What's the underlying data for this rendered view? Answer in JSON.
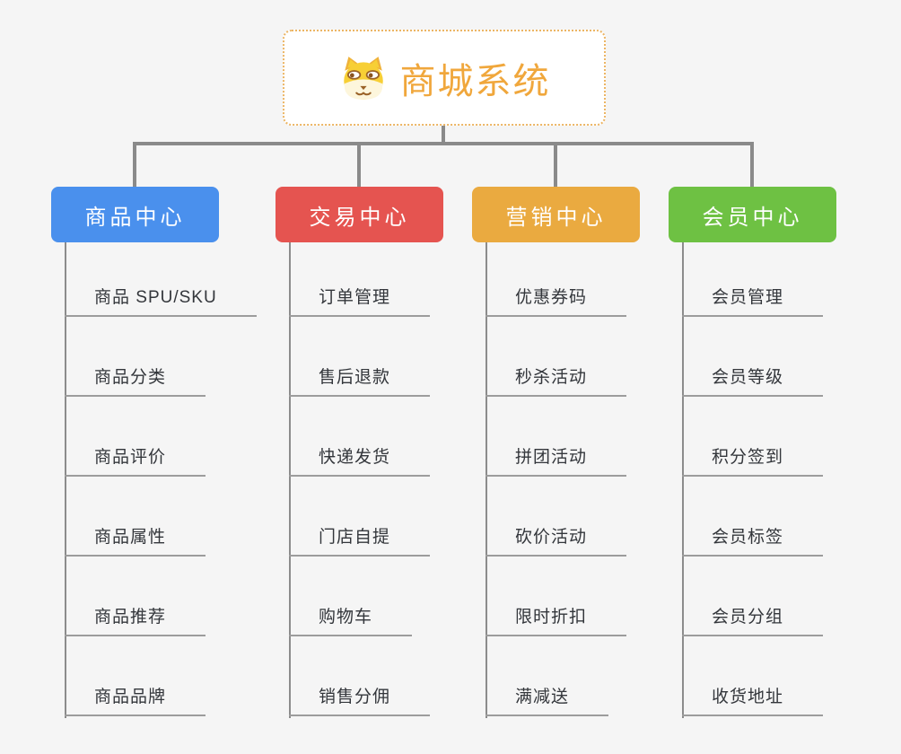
{
  "root": {
    "title": "商城系统",
    "icon": "dog-icon"
  },
  "colors": {
    "background": "#F5F5F5",
    "connector": "#8A8A8A",
    "underline": "#9C9C9C",
    "root_border": "#ECB564",
    "root_text": "#F0A73C",
    "leaf_text": "#33363B"
  },
  "branches": [
    {
      "label": "商品中心",
      "color": "#4A90ED",
      "children": [
        "商品 SPU/SKU",
        "商品分类",
        "商品评价",
        "商品属性",
        "商品推荐",
        "商品品牌"
      ]
    },
    {
      "label": "交易中心",
      "color": "#E55450",
      "children": [
        "订单管理",
        "售后退款",
        "快递发货",
        "门店自提",
        "购物车",
        "销售分佣"
      ]
    },
    {
      "label": "营销中心",
      "color": "#EAAA40",
      "children": [
        "优惠券码",
        "秒杀活动",
        "拼团活动",
        "砍价活动",
        "限时折扣",
        "满减送"
      ]
    },
    {
      "label": "会员中心",
      "color": "#6EC143",
      "children": [
        "会员管理",
        "会员等级",
        "积分签到",
        "会员标签",
        "会员分组",
        "收货地址"
      ]
    }
  ]
}
